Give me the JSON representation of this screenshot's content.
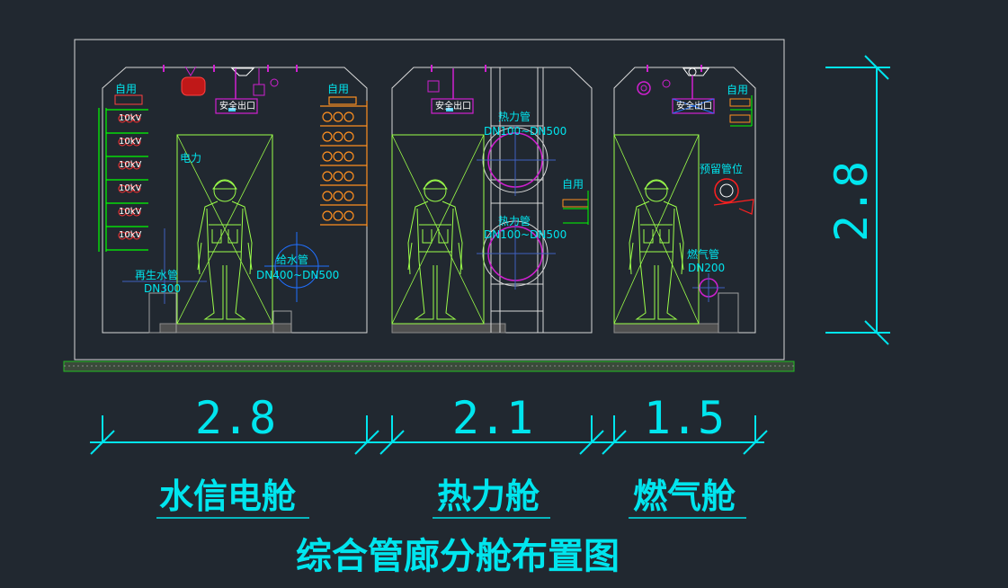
{
  "compartments": {
    "left": {
      "spare_left": "自用",
      "spare_right": "自用",
      "exit": "安全出口",
      "power": "电力",
      "cable_rows": [
        "10kV",
        "10kV",
        "10kV",
        "10kV",
        "10kV",
        "10kV"
      ],
      "reclaimed": "再生水管",
      "reclaimed_size": "DN300",
      "water": "给水管",
      "water_size": "DN400~DN500"
    },
    "middle": {
      "exit": "安全出口",
      "heat1": "热力管",
      "heat1_size": "DN100~DN500",
      "heat2": "热力管",
      "heat2_size": "DN100~DN500",
      "spare": "自用"
    },
    "right": {
      "exit": "安全出口",
      "spare": "自用",
      "reserved": "预留管位",
      "gas": "燃气管",
      "gas_size": "DN200"
    }
  },
  "dimensions": {
    "height": "2.8",
    "width_left": "2.8",
    "width_middle": "2.1",
    "width_right": "1.5"
  },
  "captions": {
    "left": "水信电舱",
    "middle": "热力舱",
    "right": "燃气舱"
  },
  "title": "综合管廊分舱布置图",
  "colors": {
    "background": "#212830",
    "text": "#00e5ee",
    "wall": "#d8d8d8",
    "cable_rack": "#00ff00",
    "person": "#9cff4a",
    "magenta": "#d020d0",
    "orange": "#ff9020",
    "red": "#ff2020",
    "blue": "#2070ff"
  }
}
